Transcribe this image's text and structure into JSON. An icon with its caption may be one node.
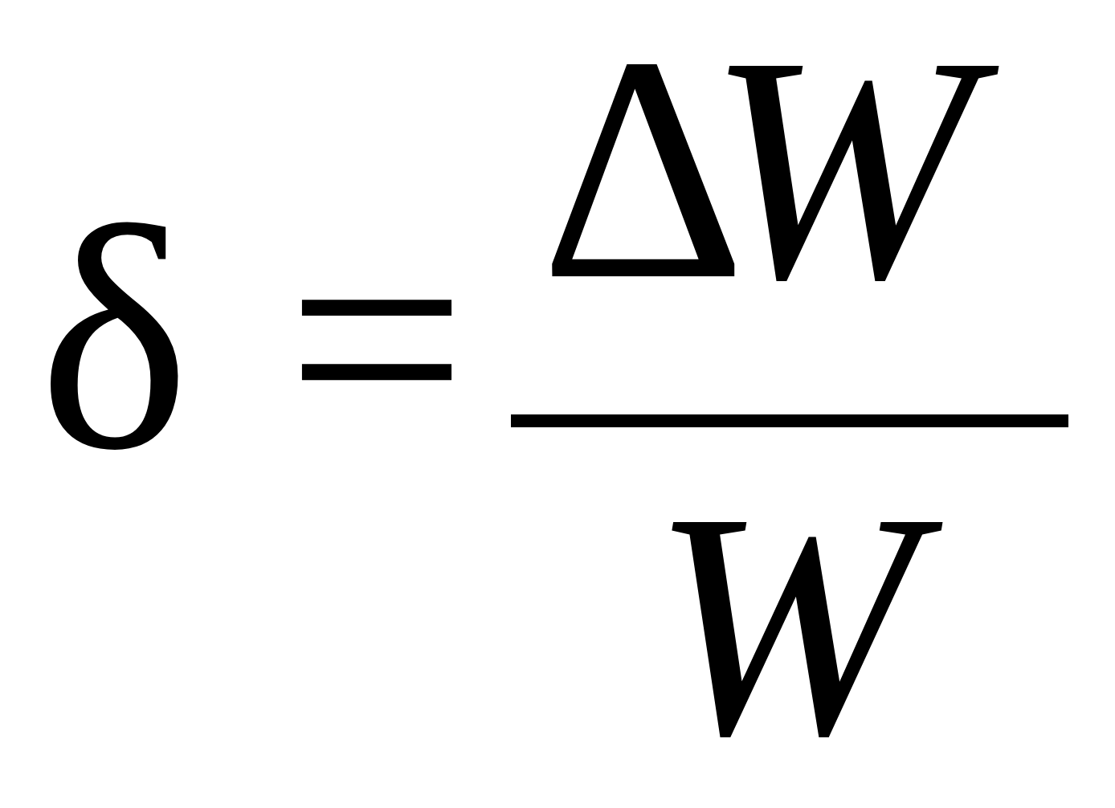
{
  "diagram": {
    "labels": [
      "δ",
      "=",
      "Δ",
      "W",
      "W"
    ]
  }
}
